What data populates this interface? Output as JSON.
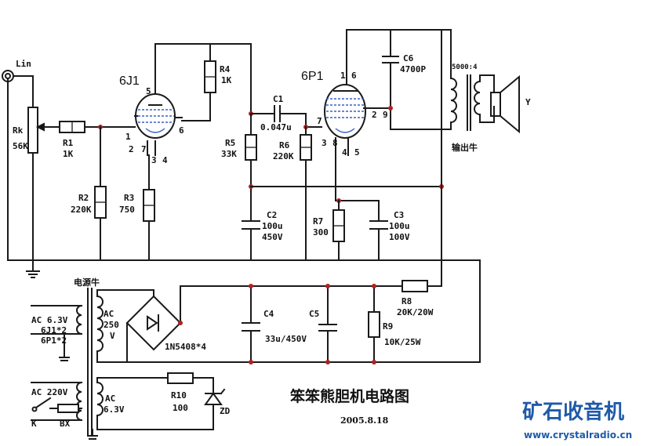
{
  "title": "笨笨熊胆机电路图",
  "date": "2005.8.18",
  "watermark": {
    "name": "矿石收音机",
    "url": "www.crystalradio.cn",
    "color": "#1f5aa8"
  },
  "input": {
    "label": "Lin"
  },
  "tubes": {
    "v1": {
      "name": "6J1",
      "pins": [
        "5",
        "6",
        "1",
        "2",
        "7",
        "3",
        "4"
      ]
    },
    "v2": {
      "name": "6P1",
      "pins": [
        "1",
        "6",
        "7",
        "2",
        "9",
        "3",
        "8",
        "4",
        "5"
      ]
    }
  },
  "components": {
    "rk": {
      "ref": "Rk",
      "value": "56K"
    },
    "r1": {
      "ref": "R1",
      "value": "1K"
    },
    "r2": {
      "ref": "R2",
      "value": "220K"
    },
    "r3": {
      "ref": "R3",
      "value": "750"
    },
    "r4": {
      "ref": "R4",
      "value": "1K"
    },
    "r5": {
      "ref": "R5",
      "value": "33K"
    },
    "r6": {
      "ref": "R6",
      "value": "220K"
    },
    "r7": {
      "ref": "R7",
      "value": "300"
    },
    "r8": {
      "ref": "R8",
      "value": "20K/20W"
    },
    "r9": {
      "ref": "R9",
      "value": "10K/25W"
    },
    "r10": {
      "ref": "R10",
      "value": "100"
    },
    "c1": {
      "ref": "C1",
      "value": "0.047u"
    },
    "c2": {
      "ref": "C2",
      "value1": "100u",
      "value2": "450V"
    },
    "c3": {
      "ref": "C3",
      "value1": "100u",
      "value2": "100V"
    },
    "c4": {
      "ref": "C4",
      "value": "33u/450V"
    },
    "c5": {
      "ref": "C5"
    },
    "c6": {
      "ref": "C6",
      "value": "4700P"
    },
    "ratio": "5000:4",
    "out_tf": "输出牛",
    "speaker": "Y",
    "power_tf": "电源牛",
    "bridge": "1N5408*4",
    "zd": "ZD",
    "k": "K",
    "bx": "BX"
  },
  "power": {
    "heater": [
      "AC 6.3V",
      "6J1*2",
      "6P1*2"
    ],
    "ac250": [
      "AC",
      "250",
      "V"
    ],
    "mains": "AC 220V",
    "ac63": [
      "AC",
      "6.3V"
    ]
  }
}
